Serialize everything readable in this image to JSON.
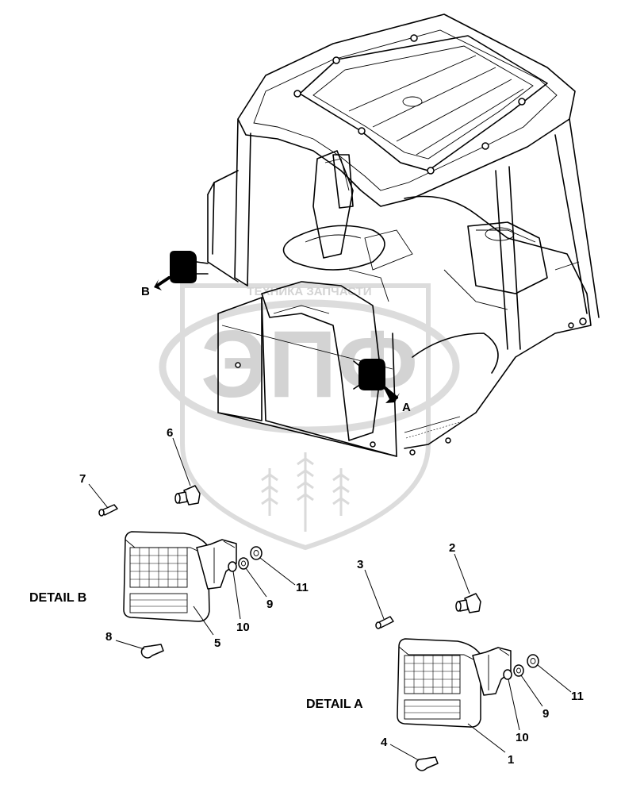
{
  "watermark": {
    "logo_text": "ЭПФ",
    "arc_text": "ТЕХНИКА ЗАПЧАСТИ"
  },
  "callouts": {
    "view_a": "A",
    "view_b": "B",
    "part_1": "1",
    "part_2": "2",
    "part_3": "3",
    "part_4": "4",
    "part_5": "5",
    "part_6": "6",
    "part_7": "7",
    "part_8": "8",
    "part_9_a": "9",
    "part_9_b": "9",
    "part_10_a": "10",
    "part_10_b": "10",
    "part_11_a": "11",
    "part_11_b": "11"
  },
  "details": {
    "detail_a": "DETAIL A",
    "detail_b": "DETAIL B"
  }
}
